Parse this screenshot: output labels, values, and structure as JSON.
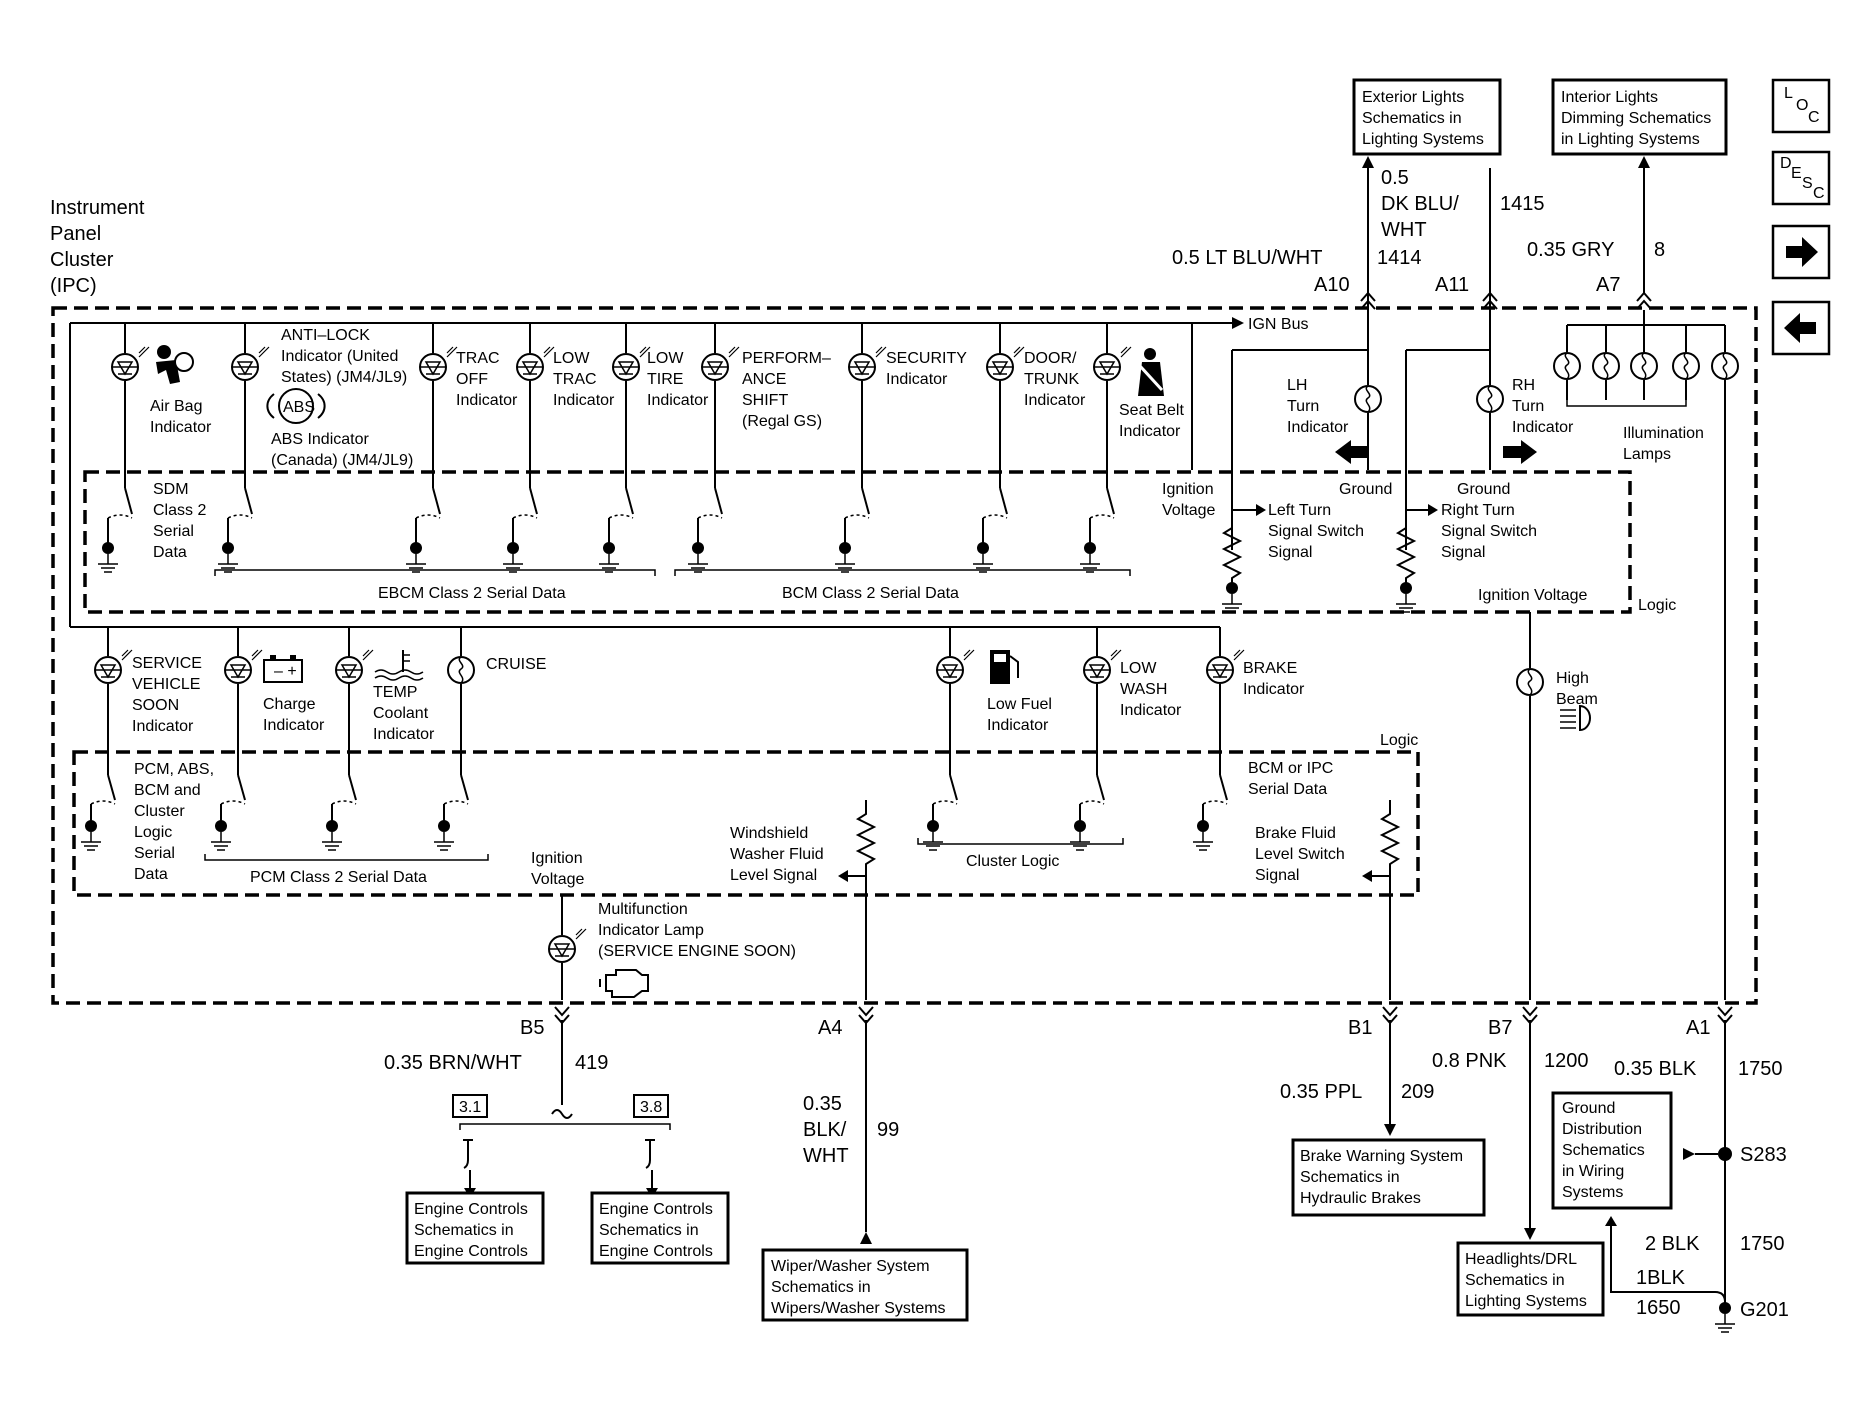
{
  "module": {
    "title_lines": [
      "Instrument",
      "Panel",
      "Cluster",
      "(IPC)"
    ]
  },
  "ign_bus": "IGN Bus",
  "logic_label": "Logic",
  "ground": "Ground",
  "ignition_voltage_lines": [
    "Ignition",
    "Voltage"
  ],
  "ignition_voltage_inline": "Ignition Voltage",
  "top_indicators": [
    {
      "lines": [
        "Air Bag",
        "Indicator"
      ]
    },
    {
      "lines": [
        "ANTI–LOCK",
        "Indicator (United",
        "States) (JM4/JL9)"
      ]
    },
    {
      "lines": [
        "TRAC",
        "OFF",
        "Indicator"
      ]
    },
    {
      "lines": [
        "LOW",
        "TRAC",
        "Indicator"
      ]
    },
    {
      "lines": [
        "LOW",
        "TIRE",
        "Indicator"
      ]
    },
    {
      "lines": [
        "PERFORM–",
        "ANCE",
        "SHIFT",
        "(Regal GS)"
      ]
    },
    {
      "lines": [
        "SECURITY",
        "Indicator"
      ]
    },
    {
      "lines": [
        "DOOR/",
        "TRUNK",
        "Indicator"
      ]
    },
    {
      "lines": [
        "Seat Belt",
        "Indicator"
      ]
    }
  ],
  "abs_badge": "ABS",
  "abs_indicator_lines": [
    "ABS Indicator",
    "(Canada) (JM4/JL9)"
  ],
  "sdm_lines": [
    "SDM",
    "Class 2",
    "Serial",
    "Data"
  ],
  "ebcm_data": "EBCM Class 2 Serial Data",
  "bcm_data": "BCM Class 2 Serial Data",
  "lh_turn_lines": [
    "LH",
    "Turn",
    "Indicator"
  ],
  "rh_turn_lines": [
    "RH",
    "Turn",
    "Indicator"
  ],
  "left_turn_lines": [
    "Left Turn",
    "Signal Switch",
    "Signal"
  ],
  "right_turn_lines": [
    "Right Turn",
    "Signal Switch",
    "Signal"
  ],
  "illumination_lines": [
    "Illumination",
    "Lamps"
  ],
  "bottom_indicators": [
    {
      "lines": [
        "SERVICE",
        "VEHICLE",
        "SOON",
        "Indicator"
      ]
    },
    {
      "lines": [
        "Charge",
        "Indicator"
      ]
    },
    {
      "lines": [
        "TEMP",
        "Coolant",
        "Indicator"
      ]
    },
    {
      "lines": [
        "CRUISE"
      ]
    },
    {
      "lines": [
        "Low Fuel",
        "Indicator"
      ]
    },
    {
      "lines": [
        "LOW",
        "WASH",
        "Indicator"
      ]
    },
    {
      "lines": [
        "BRAKE",
        "Indicator"
      ]
    }
  ],
  "high_beam_lines": [
    "High",
    "Beam"
  ],
  "pcm_logic_lines": [
    "PCM, ABS,",
    "BCM and",
    "Cluster",
    "Logic",
    "Serial",
    "Data"
  ],
  "pcm_data": "PCM Class 2 Serial Data",
  "cluster_logic": "Cluster Logic",
  "bcm_ipc_lines": [
    "BCM or IPC",
    "Serial Data"
  ],
  "windshield_lines": [
    "Windshield",
    "Washer Fluid",
    "Level Signal"
  ],
  "brake_fluid_lines": [
    "Brake Fluid",
    "Level Switch",
    "Signal"
  ],
  "mil_lines": [
    "Multifunction",
    "Indicator Lamp",
    "(SERVICE ENGINE SOON)"
  ],
  "connectors": [
    "A10",
    "A11",
    "A7",
    "B5",
    "A4",
    "B1",
    "B7",
    "A1"
  ],
  "wires": {
    "a10": {
      "gauge_color": "0.5 LT BLU/WHT",
      "circuit": "1414"
    },
    "a11": {
      "lines": [
        "0.5",
        "DK BLU/",
        "WHT"
      ],
      "circuit": "1415"
    },
    "a7": {
      "gauge_color": "0.35 GRY",
      "circuit": "8"
    },
    "b5": {
      "gauge_color": "0.35 BRN/WHT",
      "circuit": "419"
    },
    "a4": {
      "lines": [
        "0.35",
        "BLK/",
        "WHT"
      ],
      "circuit": "99"
    },
    "b1": {
      "gauge_color": "0.35 PPL",
      "circuit": "209"
    },
    "b7": {
      "gauge_color": "0.8 PNK",
      "circuit": "1200"
    },
    "a1": {
      "gauge_color": "0.35 BLK",
      "circuit": "1750"
    },
    "g201_a": {
      "gauge_color": "2 BLK",
      "circuit": "1750"
    },
    "g201_b": {
      "gauge_color": "1BLK",
      "circuit": "1650"
    }
  },
  "splice": "S283",
  "ground_point": "G201",
  "page_refs": [
    "3.1",
    "3.8"
  ],
  "ref_boxes": {
    "exterior_lights": [
      "Exterior Lights",
      "Schematics in",
      "Lighting Systems"
    ],
    "interior_lights": [
      "Interior Lights",
      "Dimming Schematics",
      "in Lighting Systems"
    ],
    "engine_controls": [
      "Engine Controls",
      "Schematics in",
      "Engine Controls"
    ],
    "wiper_washer": [
      "Wiper/Washer System",
      "Schematics in",
      "Wipers/Washer Systems"
    ],
    "brake_warning": [
      "Brake Warning System",
      "Schematics in",
      "Hydraulic Brakes"
    ],
    "headlights": [
      "Headlights/DRL",
      "Schematics in",
      "Lighting Systems"
    ],
    "ground_dist": [
      "Ground",
      "Distribution",
      "Schematics",
      "in Wiring",
      "Systems"
    ]
  },
  "nav": {
    "loc": [
      "L",
      "O",
      "C"
    ],
    "desc": [
      "D",
      "E",
      "S",
      "C"
    ],
    "next_icon": "arrow-right-icon",
    "prev_icon": "arrow-left-icon"
  }
}
